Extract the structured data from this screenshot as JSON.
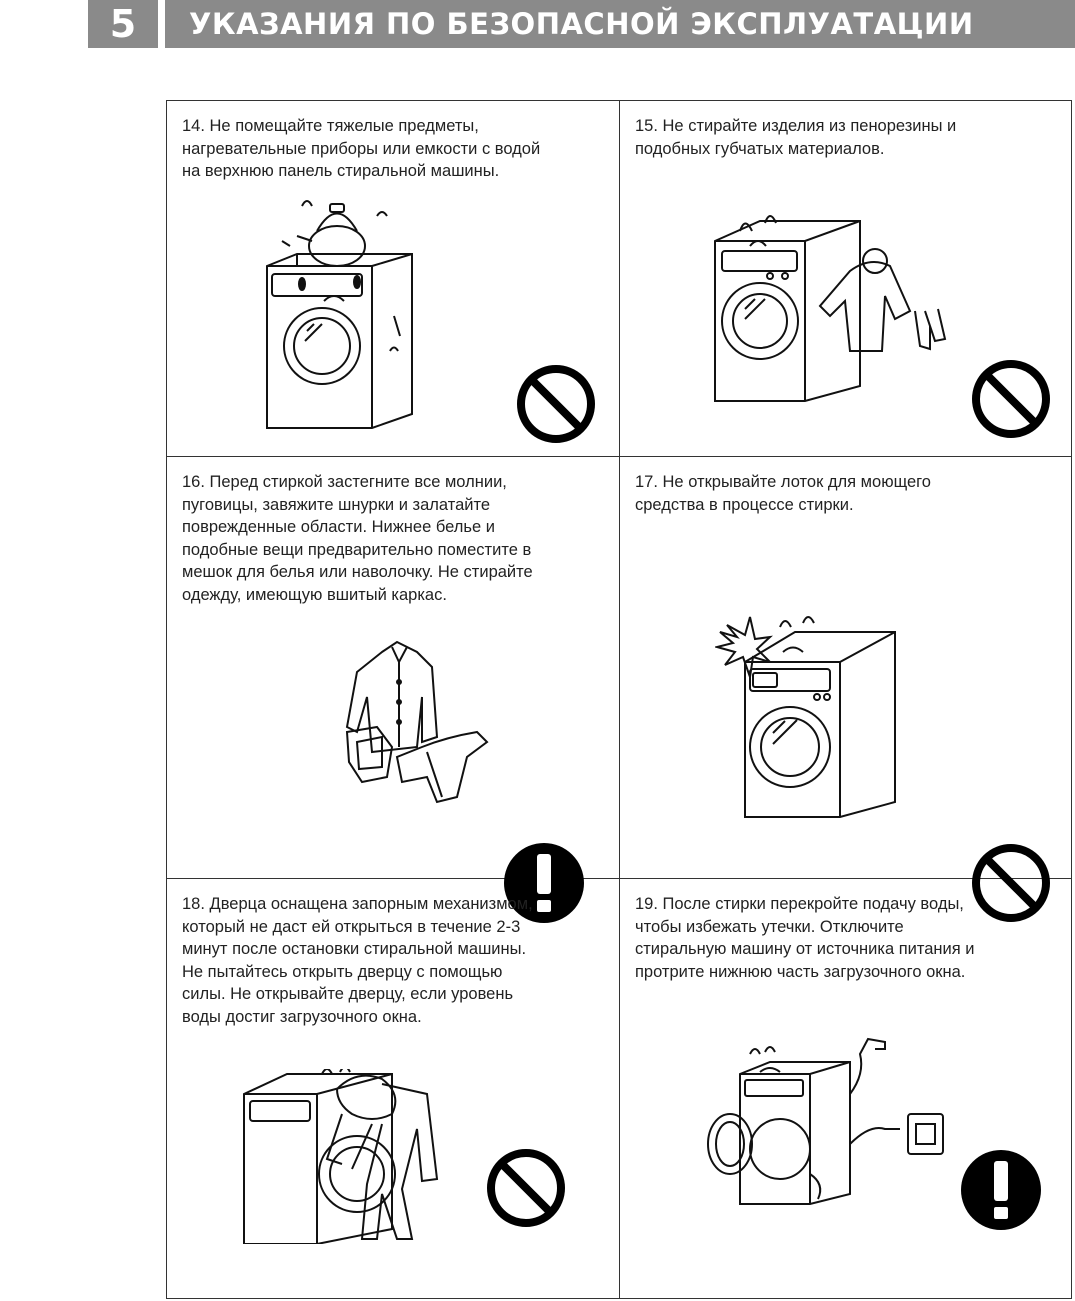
{
  "header": {
    "page_number": "5",
    "title": "УКАЗАНИЯ ПО БЕЗОПАСНОЙ ЭКСПЛУАТАЦИИ"
  },
  "items": [
    {
      "text": "14. Не помещайте тяжелые предметы,\nнагревательные приборы или емкости с водой\nна верхнюю панель стиральной машины.",
      "icon": "prohibited-icon"
    },
    {
      "text": "15. Не стирайте изделия из пенорезины и\nподобных губчатых материалов.",
      "icon": "prohibited-icon"
    },
    {
      "text": "16. Перед стиркой застегните все молнии,\nпуговицы, завяжите шнурки и залатайте\nповрежденные области. Нижнее белье и\nподобные вещи предварительно поместите в\nмешок для белья или наволочку. Не стирайте\nодежду, имеющую вшитый каркас.",
      "icon": "warning-exclamation-icon"
    },
    {
      "text": "17. Не открывайте лоток для моющего\nсредства в процессе стирки.",
      "icon": "prohibited-icon"
    },
    {
      "text": "18. Дверца оснащена запорным механизмом,\nкоторый не даст ей открыться в течение 2-3\nминут после остановки стиральной машины.\nНе пытайтесь открыть дверцу с помощью\nсилы. Не открывайте дверцу, если уровень\nводы достиг загрузочного окна.",
      "icon": "prohibited-icon"
    },
    {
      "text": "19. После стирки перекройте подачу воды,\nчтобы избежать утечки. Отключите\nстиральную машину от  источника питания и\nпротрите нижнюю часть загрузочного окна.",
      "icon": "warning-exclamation-icon"
    }
  ]
}
